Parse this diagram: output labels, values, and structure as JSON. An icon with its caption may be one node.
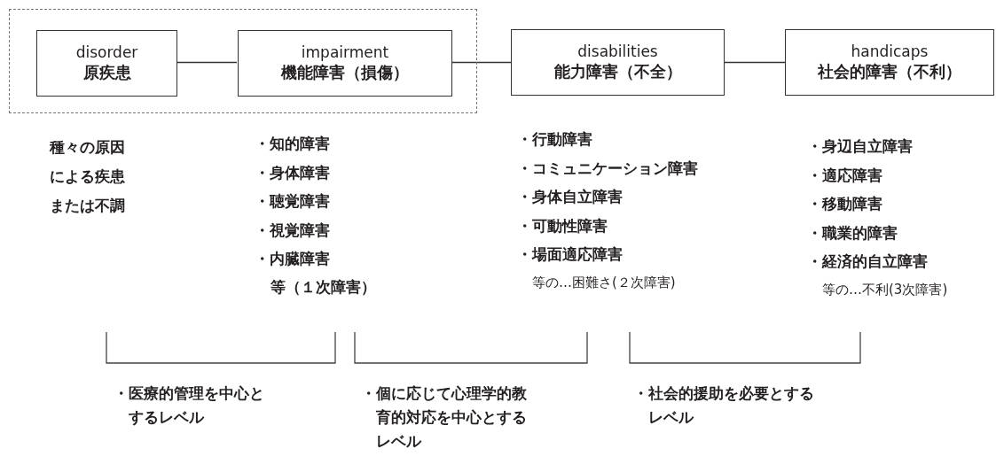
{
  "diagram": {
    "nodes": [
      {
        "text": [],
        "shape": "box"
      },
      {
        "text": [
          "disorder",
          "原疾患"
        ],
        "in": 0
      },
      {
        "text": [
          "impairment",
          "機能障害（損傷）"
        ],
        "in": 0
      },
      {
        "text": [
          "disabilities",
          "能力障害（不全）"
        ]
      },
      {
        "text": [
          "handicaps",
          "社会的障害（不利）"
        ]
      }
    ],
    "edges": [
      {
        "from": 1,
        "to": 2,
        "arrow": "none"
      },
      {
        "from": 2,
        "to": 3,
        "arrow": "none"
      },
      {
        "from": 3,
        "to": 4,
        "arrow": "none"
      }
    ],
    "labels": [
      "種々の原因による疾患または不調",
      "・知的障害",
      "・身体障害",
      "・聴覚障害",
      "・視覚障害",
      "・内臓障害",
      "等（１次障害）",
      "・行動障害",
      "・コミュニケーション障害",
      "・身体自立障害",
      "・可動性障害",
      "・場面適応障害",
      "等の…困難さ(２次障害)",
      "・身辺自立障害",
      "・適応障害",
      "・移動障害",
      "・職業的障害",
      "・経済的自立障害",
      "等の…不利(3次障害)",
      "・医療的管理を中心とするレベル",
      "・個に応じて心理学的教育的対応を中心とするレベル",
      "・社会的援助を必要とするレベル"
    ]
  }
}
